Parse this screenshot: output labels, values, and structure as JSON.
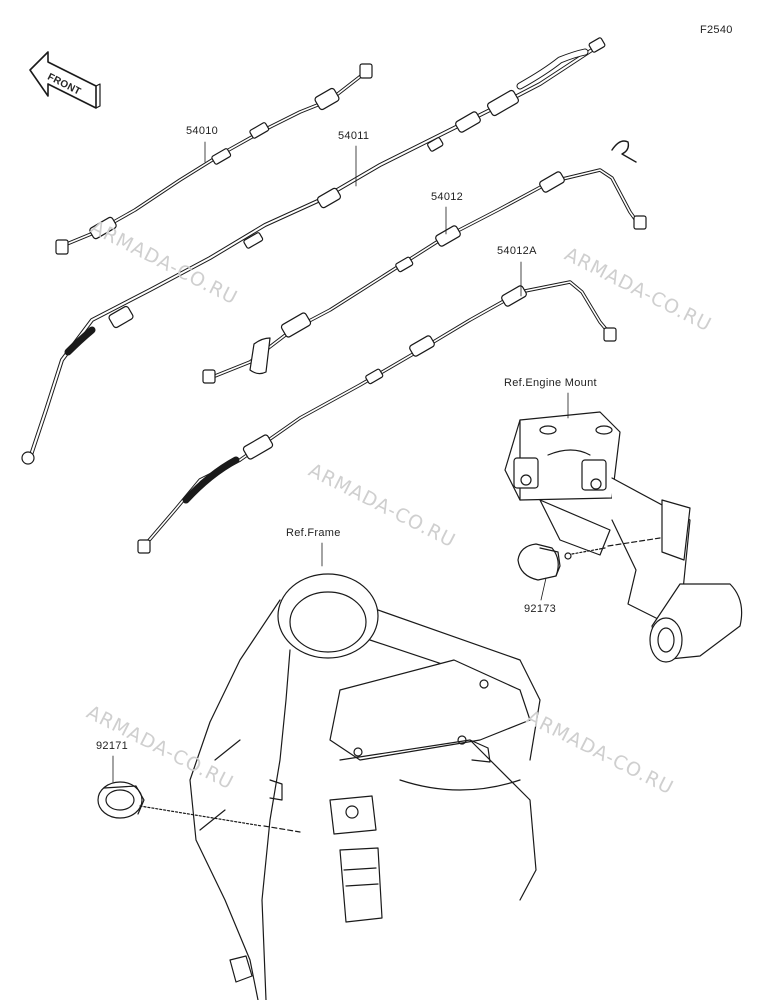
{
  "diagram": {
    "figure_code": "F2540",
    "front_label": "FRONT",
    "parts": {
      "cable_54010": "54010",
      "cable_54011": "54011",
      "cable_54012": "54012",
      "cable_54012a": "54012A",
      "clamp_92173": "92173",
      "clamp_92171": "92171"
    },
    "references": {
      "engine_mount": "Ref.Engine Mount",
      "frame": "Ref.Frame"
    },
    "watermark": "ARMADA-CO.RU"
  }
}
